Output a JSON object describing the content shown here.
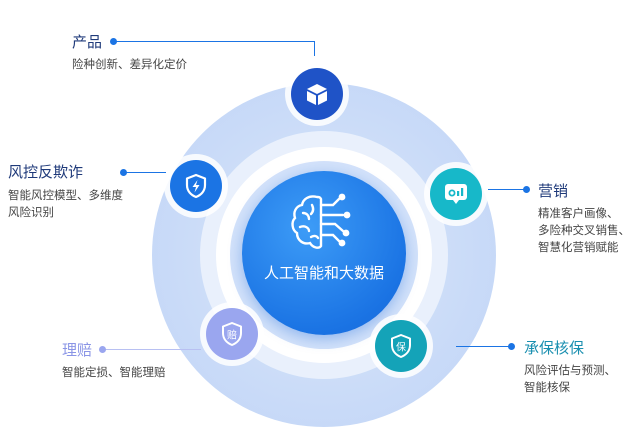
{
  "center": {
    "label": "人工智能和大数据",
    "icon": "brain-circuit-icon"
  },
  "modules": {
    "product": {
      "title": "产品",
      "desc": [
        "险种创新、差异化定价"
      ],
      "icon": "cube-icon",
      "color": "#1f53c7"
    },
    "risk_control": {
      "title": "风控反欺诈",
      "desc": [
        "智能风控模型、多维度",
        "风险识别"
      ],
      "icon": "shield-bolt-icon",
      "color": "#1b74e4"
    },
    "marketing": {
      "title": "营销",
      "desc": [
        "精准客户画像、",
        "多险种交叉销售、",
        "智慧化营销赋能"
      ],
      "icon": "monitor-chart-icon",
      "color": "#17b8c9"
    },
    "claims": {
      "title": "理赔",
      "desc": [
        "智能定损、智能理赔"
      ],
      "icon": "claim-badge-icon",
      "badge": "赔",
      "color": "#9aa6ef"
    },
    "underwriting": {
      "title": "承保核保",
      "desc": [
        "风险评估与预测、",
        "智能核保"
      ],
      "icon": "protect-badge-icon",
      "badge": "保",
      "color": "#14a3b8"
    }
  }
}
